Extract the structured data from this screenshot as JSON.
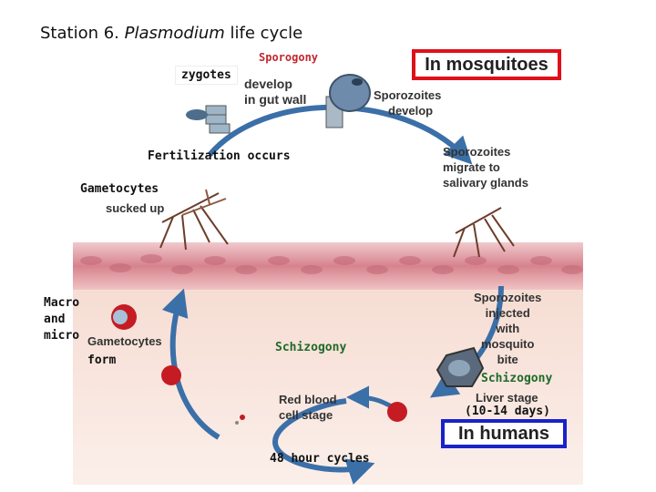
{
  "title": {
    "plain": "Station 6.",
    "italic": "Plasmodium",
    "rest": "life cycle"
  },
  "overlay_labels": {
    "zygotes": "zygotes",
    "sporogony": "Sporogony",
    "fertilization": "Fertilization occurs",
    "gametocytes": "Gametocytes",
    "macro": "Macro",
    "and": "and",
    "micro": "micro",
    "form": "form",
    "schizogony_blood": "Schizogony",
    "schizogony_liver": "Schizogony",
    "liver_days": "(10-14 days)",
    "cycles": "48 hour cycles"
  },
  "diagram_labels": {
    "develop_gut_1": "develop",
    "develop_gut_2": "in gut wall",
    "sporozoites_develop_1": "Sporozoites",
    "sporozoites_develop_2": "develop",
    "migrate_1": "Sporozoites",
    "migrate_2": "migrate to",
    "migrate_3": "salivary glands",
    "sucked_up": "sucked up",
    "injected_1": "Sporozoites",
    "injected_2": "injected",
    "injected_3": "with",
    "injected_4": "mosquito",
    "injected_5": "bite",
    "gametocytes_diag": "Gametocytes",
    "rbc_1": "Red blood",
    "rbc_2": "cell stage",
    "liver_stage": "Liver stage"
  },
  "boxes": {
    "mosquitoes": "In mosquitoes",
    "humans": "In humans"
  },
  "colors": {
    "red_box": "#e0101a",
    "blue_box": "#1a22c8",
    "arrow": "#3b6fa8",
    "skin": "#d98f98",
    "tissue": "#f4dcd2"
  }
}
